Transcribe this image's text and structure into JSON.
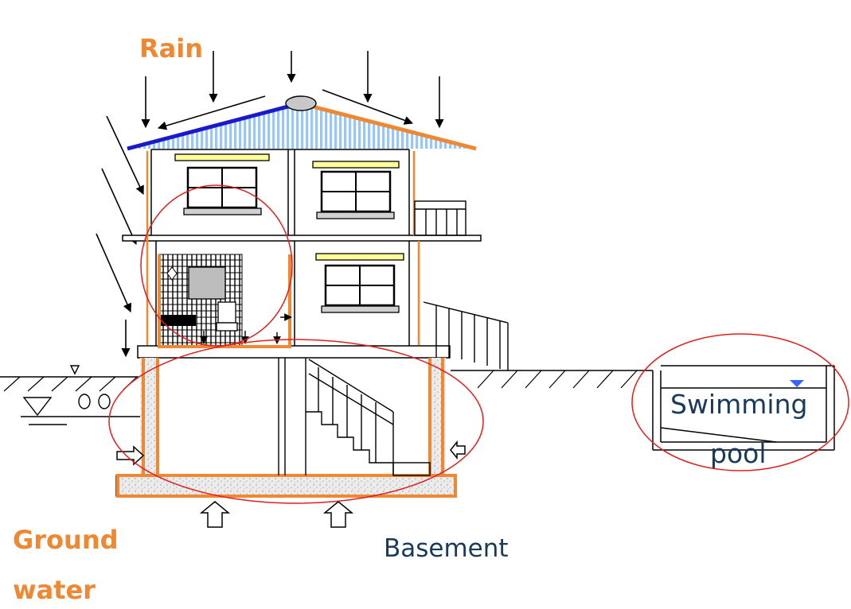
{
  "labels": {
    "rain": "Rain",
    "ground_water_line1": "Ground",
    "ground_water_line2": "water",
    "basement": "Basement",
    "swimming_pool_line1": "Swimming",
    "swimming_pool_line2": "pool"
  },
  "colors": {
    "rain_label": "#ee8833",
    "ground_water_label": "#ee8833",
    "basement_label": "#1a3a5a",
    "pool_label": "#1a3a5a",
    "waterproofing": "#ee8833",
    "roof_fill": "#9fc4ee",
    "roof_left_edge": "#1a1acc",
    "roof_right_edge": "#ee8833",
    "highlight_circle": "#e02020",
    "window_trim": "#ffff99",
    "water_level_marker": "#3366ff",
    "gravel_fill": "#e6e6e6"
  }
}
